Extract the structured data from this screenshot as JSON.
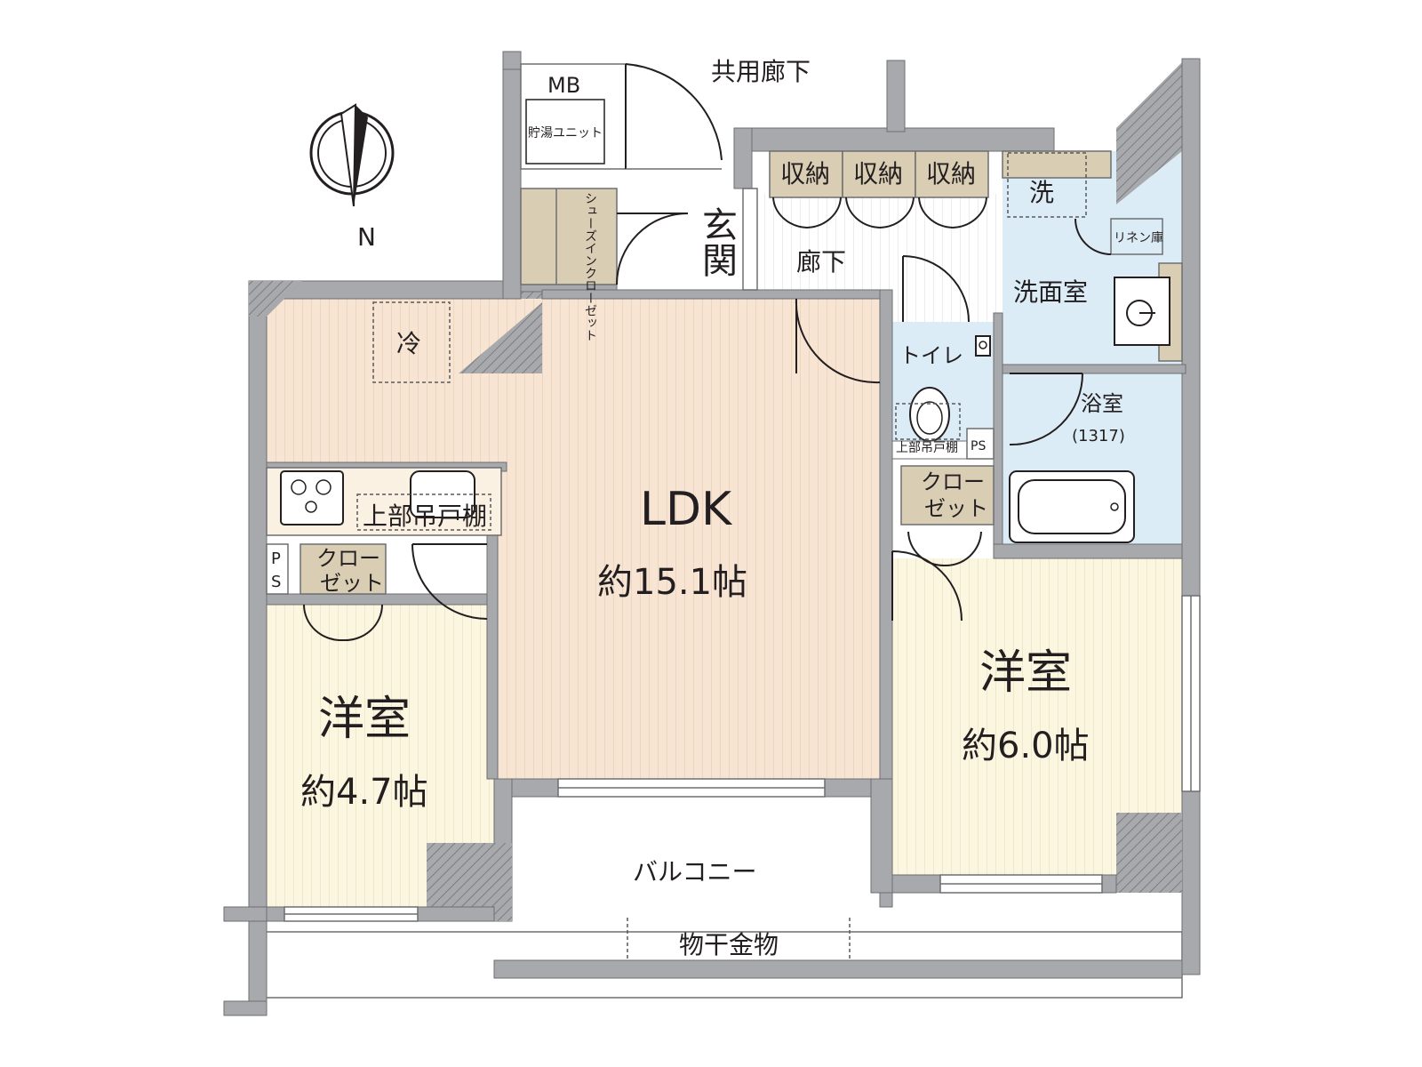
{
  "colors": {
    "ldk_floor": "#f7e4d2",
    "bedroom_floor": "#fbf6e0",
    "wet_area_floor": "#dcecf7",
    "storage": "#d9cdb3",
    "wall": "#a7a9ac"
  },
  "labels": {
    "common_corridor": "共用廊下",
    "mb": "MB",
    "water_heater": "貯湯ユニット",
    "shoe_closet": "シューズインクローゼット",
    "entrance": "玄関",
    "storage_1": "収納",
    "storage_2": "収納",
    "storage_3": "収納",
    "corridor": "廊下",
    "laundry": "洗",
    "linen": "リネン庫",
    "washroom": "洗面室",
    "fridge": "冷",
    "toilet": "トイレ",
    "toilet_cabinet": "上部吊戸棚",
    "ps_toilet": "PS",
    "bathroom": "浴室",
    "bathroom_size": "(1317)",
    "kitchen_cabinet": "上部吊戸棚",
    "ldk": "LDK",
    "ldk_size": "約15.1帖",
    "closet_right_1": "クロー",
    "closet_right_2": "ゼット",
    "ps_left_1": "P",
    "ps_left_2": "S",
    "closet_left_1": "クロー",
    "closet_left_2": "ゼット",
    "bedroom_left": "洋室",
    "bedroom_left_size": "約4.7帖",
    "bedroom_right": "洋室",
    "bedroom_right_size": "約6.0帖",
    "balcony": "バルコニー",
    "clothes_hanger": "物干金物",
    "compass_north": "N"
  }
}
